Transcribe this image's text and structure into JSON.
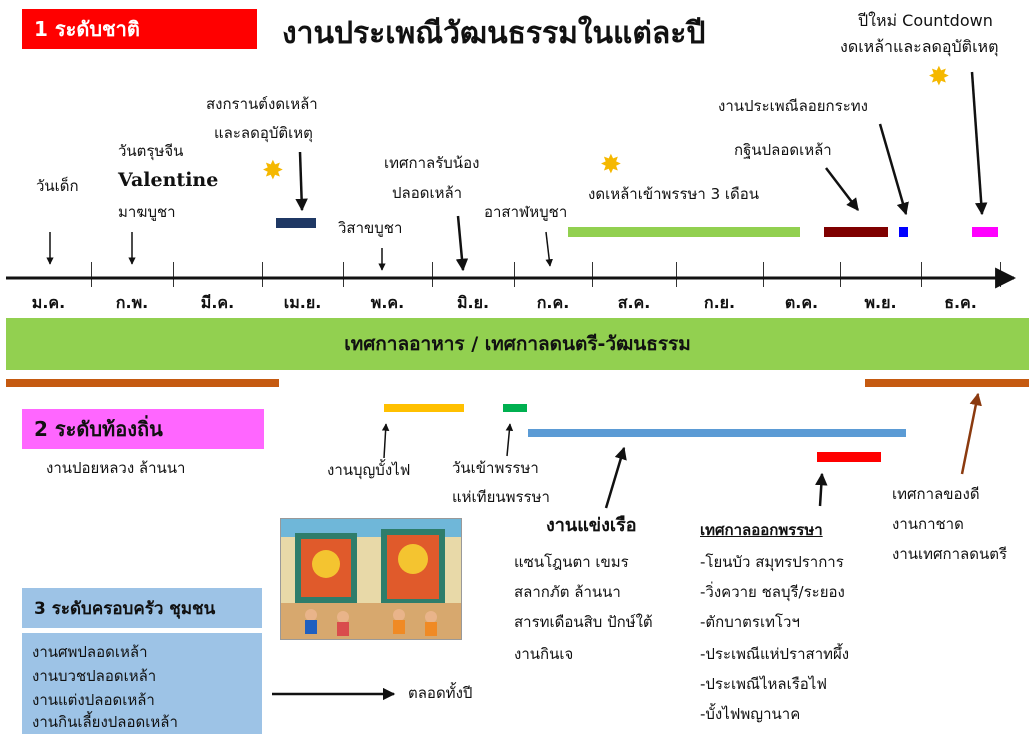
{
  "header": {
    "level1_label": "1 ระดับชาติ",
    "title": "งานประเพณีวัฒนธรรมในแต่ละปี",
    "countdown_line1": "ปีใหม่ Countdown",
    "countdown_line2": "งดเหล้าและลดอุบัติเหตุ"
  },
  "national_events": {
    "children_day": "วันเด็ก",
    "chinese_new_year": "วันตรุษจีน",
    "valentine": "Valentine",
    "makha_bucha": "มาฆบูชา",
    "songkran_1": "สงกรานต์งดเหล้า",
    "songkran_2": "และลดอุบัติเหตุ",
    "visakha_bucha": "วิสาขบูชา",
    "freshmen_1": "เทศกาลรับน้อง",
    "freshmen_2": "ปลอดเหล้า",
    "asalha_bucha": "อาสาฬหบูชา",
    "lent": "งดเหล้าเข้าพรรษา 3 เดือน",
    "kathin": "กฐินปลอดเหล้า",
    "loy_krathong": "งานประเพณีลอยกระทง"
  },
  "months": [
    "ม.ค.",
    "ก.พ.",
    "มี.ค.",
    "เม.ย.",
    "พ.ค.",
    "มิ.ย.",
    "ก.ค.",
    "ส.ค.",
    "ก.ย.",
    "ต.ค.",
    "พ.ย.",
    "ธ.ค."
  ],
  "band": {
    "label": "เทศกาลอาหาร / เทศกาลดนตรี-วัฒนธรรม"
  },
  "local": {
    "level2_label": "2 ระดับท้องถิ่น",
    "poy_luang": "งานปอยหลวง ล้านนา",
    "bun_bang_fai": "งานบุญบั้งไฟ",
    "lent_day_1": "วันเข้าพรรษา",
    "lent_day_2": "แห่เทียนพรรษา",
    "boat_race": "งานแข่งเรือ",
    "regional": [
      "แซนโฎนตา เขมร",
      "สลากภัต ล้านนา",
      "สารทเดือนสิบ ปักษ์ใต้",
      "งานกินเจ"
    ],
    "end_lent_title": "เทศกาลออกพรรษา",
    "end_lent_items": [
      "-โยนบัว สมุทรปราการ",
      "-วิ่งควาย ชลบุรี/ระยอง",
      "-ตักบาตรเทโวฯ",
      "-ประเพณีแห่ปราสาทผึ้ง",
      "-ประเพณีไหลเรือไฟ",
      "-บั้งไฟพญานาค"
    ],
    "winter": [
      "เทศกาลของดี",
      "งานกาชาด",
      "งานเทศกาลดนตรี"
    ]
  },
  "community": {
    "level3_label": "3 ระดับครอบครัว ชุมชน",
    "items": [
      "งานศพปลอดเหล้า",
      "งานบวชปลอดเหล้า",
      "งานแต่งปลอดเหล้า",
      "งานกินเลี้ยงปลอดเหล้า"
    ],
    "all_year": "ตลอดทั้งปี"
  },
  "colors": {
    "level1_red": "#ff0000",
    "level2_pink": "#ff66ff",
    "band_green": "#92d050",
    "lent_green": "#92d050",
    "orange_brown": "#c55a11",
    "navy": "#1f3864",
    "maroon": "#7f0000",
    "magenta": "#ff00ff",
    "gold": "#ffc000",
    "light_blue": "#5b9bd5",
    "box_blue": "#9dc3e6"
  }
}
